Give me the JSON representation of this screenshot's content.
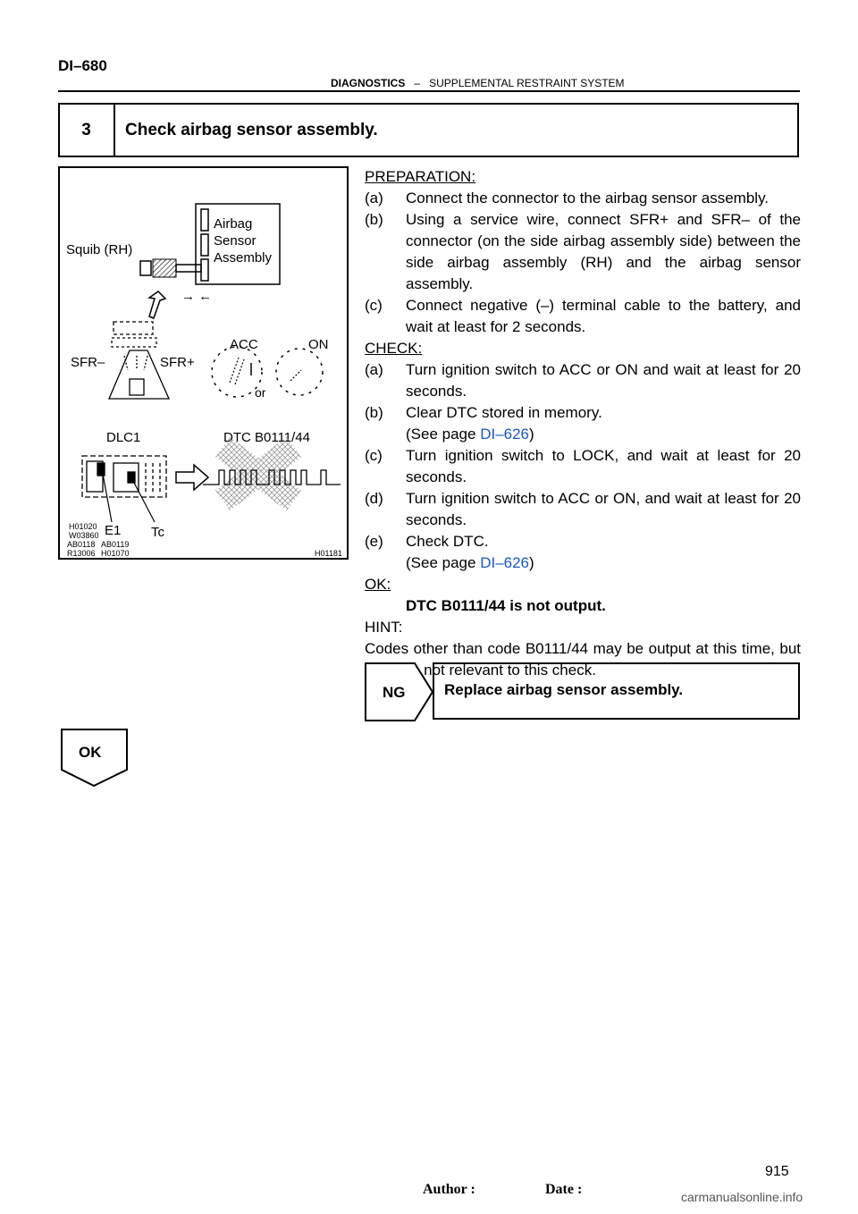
{
  "header": {
    "page_id": "DI–680",
    "section": "DIAGNOSTICS",
    "separator": "–",
    "subsection": "SUPPLEMENTAL RESTRAINT SYSTEM"
  },
  "step": {
    "number": "3",
    "title": "Check airbag sensor assembly."
  },
  "figure": {
    "label_airbag": "Airbag",
    "label_sensor": "Sensor",
    "label_assembly": "Assembly",
    "label_squib": "Squib (RH)",
    "label_arrows": "→ ←",
    "label_sfr_minus": "SFR–",
    "label_sfr_plus": "SFR+",
    "label_acc": "ACC",
    "label_on": "ON",
    "label_or": "or",
    "label_dlc1": "DLC1",
    "label_dtc": "DTC B0111/44",
    "label_e1": "E1",
    "label_tc": "Tc",
    "code_1": "H01020",
    "code_2": "W03860",
    "code_3": "AB0118",
    "code_4": "AB0119",
    "code_5": "R13006",
    "code_6": "H01070",
    "code_main": "H01181"
  },
  "preparation": {
    "heading": "PREPARATION:",
    "a_label": "(a)",
    "a_text": "Connect the connector to the airbag sensor assembly.",
    "b_label": "(b)",
    "b_text": "Using a service wire, connect SFR+ and SFR– of the connector (on the side airbag assembly side) between the side airbag assembly (RH) and the airbag sensor assembly.",
    "c_label": "(c)",
    "c_text": "Connect negative (–) terminal cable to the battery, and wait at least for 2 seconds."
  },
  "check": {
    "heading": "CHECK:",
    "a_label": "(a)",
    "a_text": "Turn ignition switch to ACC or ON and wait at least for 20 seconds.",
    "b_label": "(b)",
    "b_text": "Clear DTC stored in memory.",
    "b_ref_prefix": "(See page ",
    "b_ref_link": "DI–626",
    "b_ref_suffix": ")",
    "c_label": "(c)",
    "c_text": "Turn ignition switch to LOCK, and wait at least for 20 seconds.",
    "d_label": "(d)",
    "d_text": "Turn ignition switch to ACC or ON, and wait at least for 20 seconds.",
    "e_label": "(e)",
    "e_text": "Check DTC.",
    "e_ref_prefix": "(See page ",
    "e_ref_link": "DI–626",
    "e_ref_suffix": ")"
  },
  "ok": {
    "heading": "OK:",
    "text": "DTC B0111/44 is not output."
  },
  "hint": {
    "heading": "HINT:",
    "text": "Codes other than code B0111/44 may be output at this time, but they are not relevant to this check."
  },
  "ng": {
    "label": "NG",
    "action": "Replace airbag sensor assembly."
  },
  "ok_flow": {
    "label": "OK"
  },
  "footer": {
    "author": "Author :",
    "date": "Date :",
    "page_number": "915",
    "watermark": "carmanualsonline.info"
  }
}
